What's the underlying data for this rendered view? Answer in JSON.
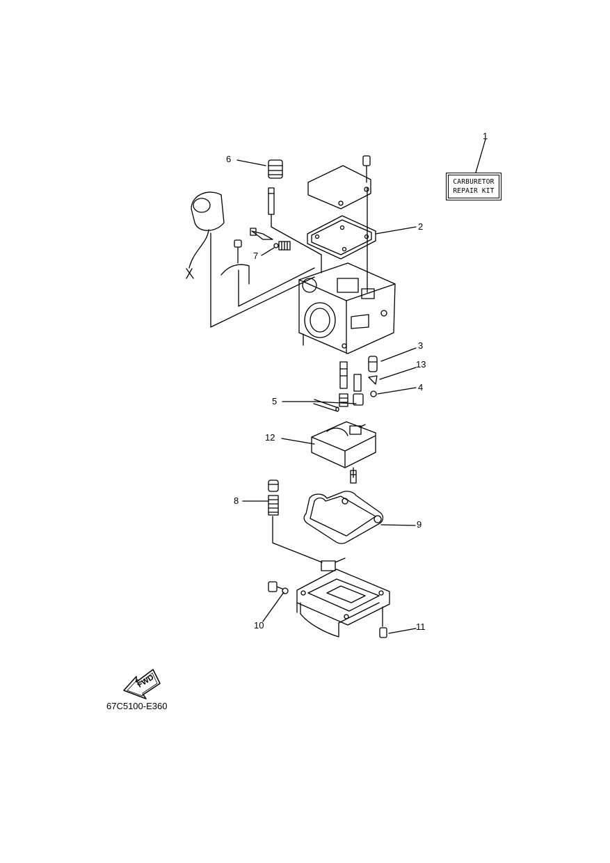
{
  "kit_box": {
    "line1": "CARBURETOR",
    "line2": "REPAIR KIT"
  },
  "callouts": [
    {
      "id": "1",
      "text": "1"
    },
    {
      "id": "2",
      "text": "2"
    },
    {
      "id": "3",
      "text": "3"
    },
    {
      "id": "4",
      "text": "4"
    },
    {
      "id": "5",
      "text": "5"
    },
    {
      "id": "6",
      "text": "6"
    },
    {
      "id": "7",
      "text": "7"
    },
    {
      "id": "8",
      "text": "8"
    },
    {
      "id": "9",
      "text": "9"
    },
    {
      "id": "10",
      "text": "10"
    },
    {
      "id": "11",
      "text": "11"
    },
    {
      "id": "12",
      "text": "12"
    },
    {
      "id": "13",
      "text": "13"
    }
  ],
  "fwd_arrow": {
    "text": "FWD"
  },
  "diagram_code": "67C5100-E360"
}
